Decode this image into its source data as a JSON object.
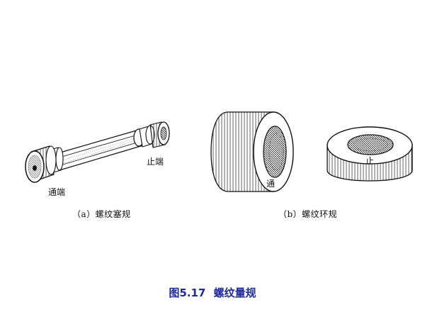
{
  "plug": {
    "go_end_label": "通端",
    "no_go_end_label": "止端",
    "caption": "（a）螺纹塞规"
  },
  "ring": {
    "go_label": "通",
    "no_go_label": "止",
    "caption": "（b）螺纹环规"
  },
  "figure": {
    "number": "图5.17",
    "title": "螺纹量规",
    "title_color": "#1f2a9a"
  }
}
